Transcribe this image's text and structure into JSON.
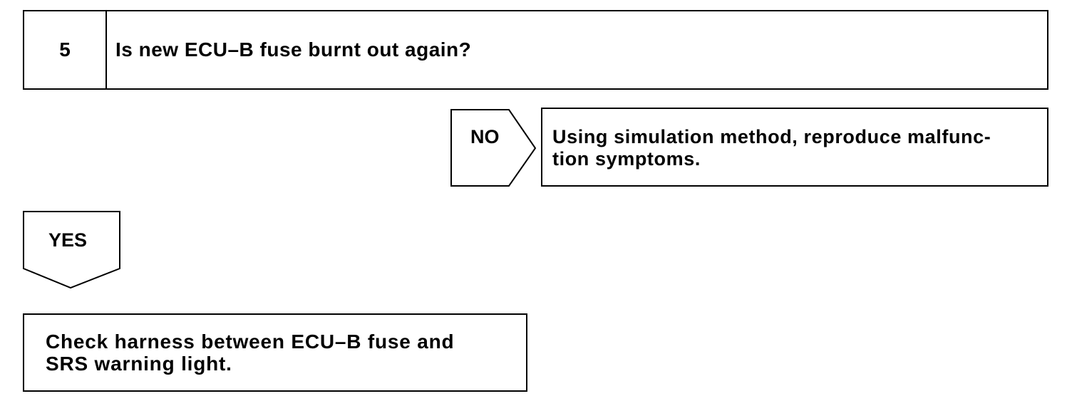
{
  "step": {
    "number": "5",
    "question": "Is new ECU–B fuse burnt out again?"
  },
  "no_branch": {
    "label": "NO",
    "result": "Using simulation method, reproduce malfunc-\ntion symptoms."
  },
  "yes_branch": {
    "label": "YES",
    "result": "Check harness between ECU–B fuse and\nSRS warning light."
  }
}
